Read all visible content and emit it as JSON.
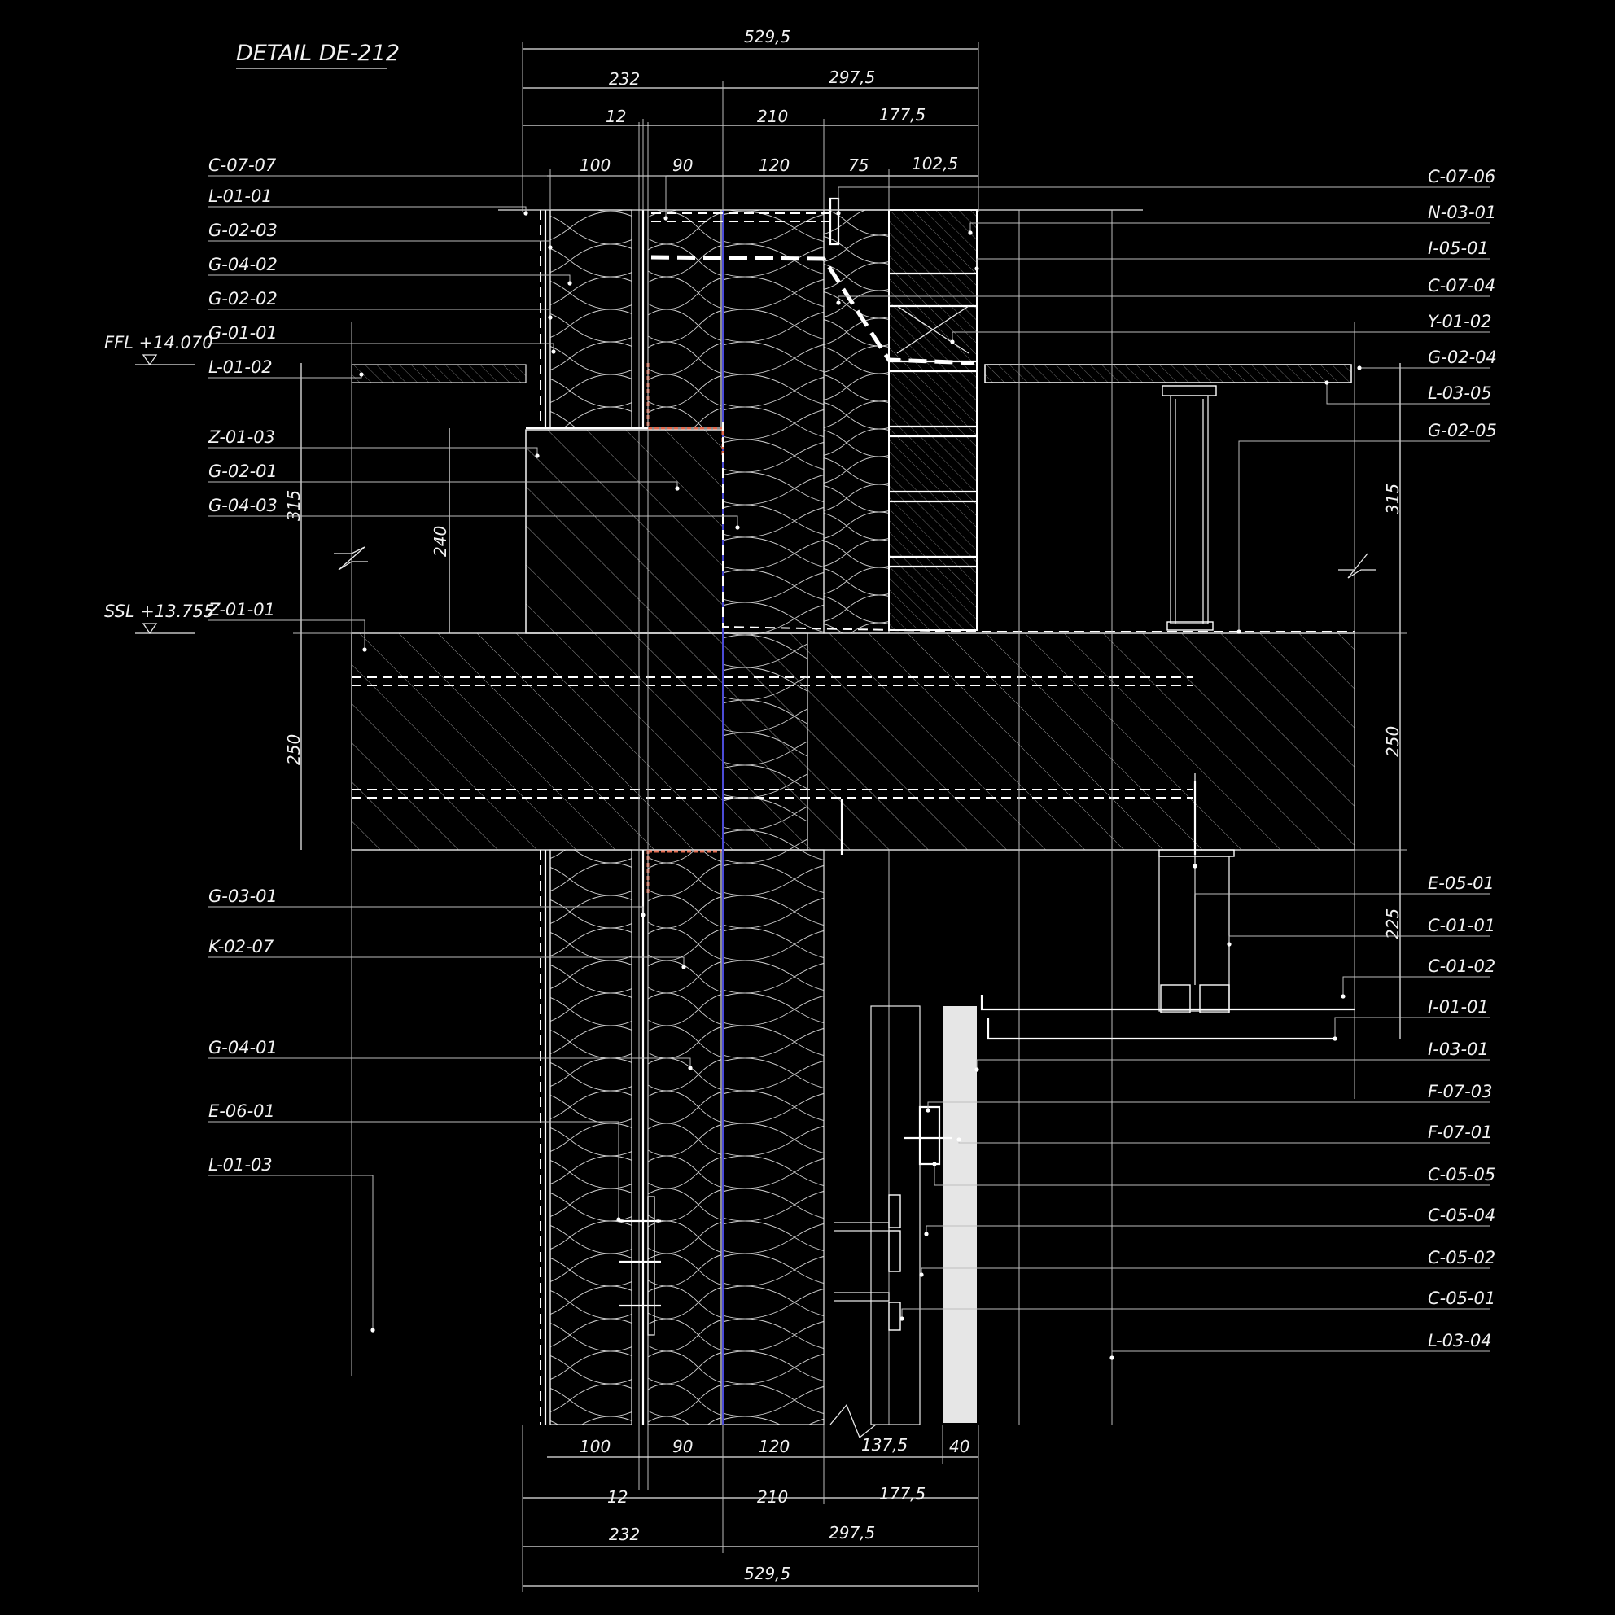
{
  "title": "DETAIL DE-212",
  "levels": [
    {
      "label": "FFL +14.070"
    },
    {
      "label": "SSL +13.755"
    }
  ],
  "left_labels": [
    "C-07-07",
    "L-01-01",
    "G-02-03",
    "G-04-02",
    "G-02-02",
    "G-01-01",
    "L-01-02",
    "Z-01-03",
    "G-02-01",
    "G-04-03",
    "Z-01-01",
    "G-03-01",
    "K-02-07",
    "G-04-01",
    "E-06-01",
    "L-01-03"
  ],
  "right_labels": [
    "C-07-06",
    "N-03-01",
    "I-05-01",
    "C-07-04",
    "Y-01-02",
    "G-02-04",
    "L-03-05",
    "G-02-05",
    "E-05-01",
    "C-01-01",
    "C-01-02",
    "I-01-01",
    "I-03-01",
    "F-07-03",
    "F-07-01",
    "C-05-05",
    "C-05-04",
    "C-05-02",
    "C-05-01",
    "L-03-04"
  ],
  "dimensions": {
    "top_overall": "529,5",
    "top_row2": [
      "232",
      "297,5"
    ],
    "top_row3": [
      "12",
      "210",
      "177,5"
    ],
    "top_row4": [
      "100",
      "90",
      "120",
      "75",
      "102,5"
    ],
    "left_vertical": [
      "315",
      "240",
      "250"
    ],
    "right_vertical": [
      "315",
      "250",
      "225"
    ],
    "bottom_row1": [
      "100",
      "90",
      "120",
      "137,5",
      "40"
    ],
    "bottom_row2": [
      "12",
      "210",
      "177,5"
    ],
    "bottom_row3": [
      "232",
      "297,5"
    ],
    "bottom_overall": "529,5"
  },
  "colors": {
    "background": "#000000",
    "line": "#ffffff",
    "membrane": "#e06a4f",
    "vapour": "#4b4bd6",
    "panel": "#e6e6e6"
  }
}
